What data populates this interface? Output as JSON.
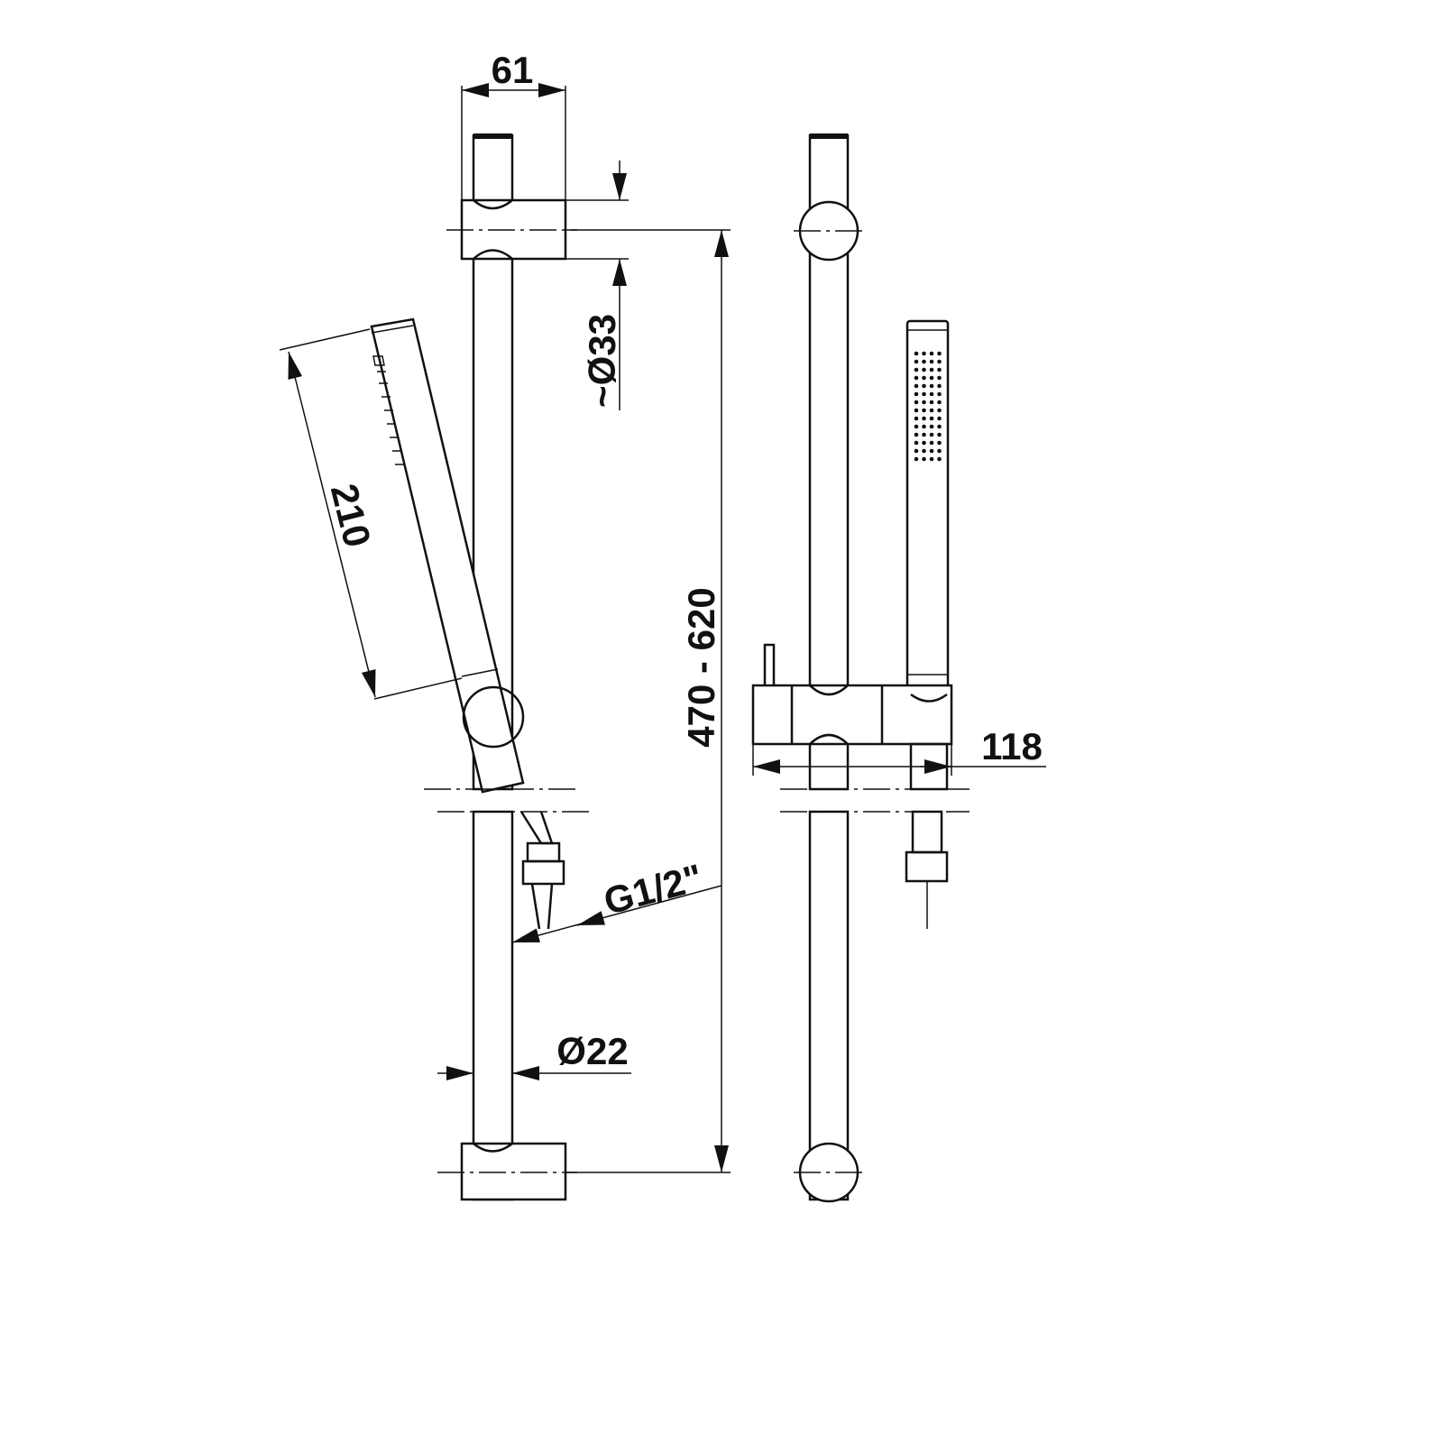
{
  "drawing": {
    "dimensions": {
      "bracket_depth": "61",
      "bracket_diameter": "~Ø33",
      "hand_shower_length": "210",
      "rail_length": "470 - 620",
      "slider_depth": "118",
      "hose_thread": "G1/2\"",
      "rail_diameter": "Ø22"
    },
    "line_color": "#111111"
  }
}
